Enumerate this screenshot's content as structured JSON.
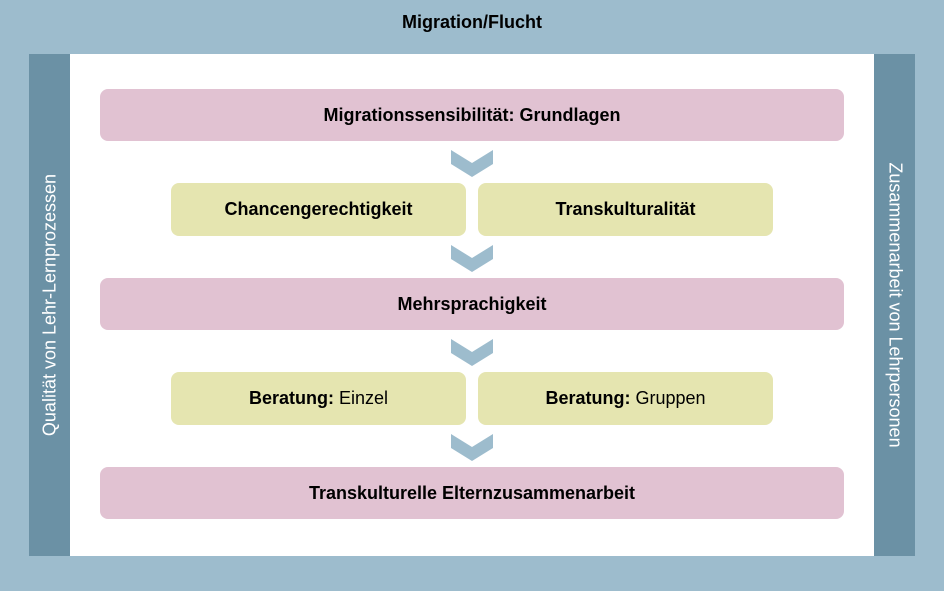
{
  "title": "Migration/Flucht",
  "left_label": "Qualität von Lehr-Lernprozessen",
  "right_label": "Zusammenarbeit von Lehrpersonen",
  "boxes": {
    "b1": "Migrationssensibilität: Grundlagen",
    "b2a": "Chancengerechtigkeit",
    "b2b": "Transkulturalität",
    "b3": "Mehrsprachigkeit",
    "b4a_bold": "Beratung:",
    "b4a_rest": " Einzel",
    "b4b_bold": "Beratung:",
    "b4b_rest": " Gruppen",
    "b5": "Transkulturelle Elternzusammenarbeit"
  },
  "colors": {
    "frame": "#9dbccd",
    "side": "#6b91a5",
    "pink": "#e1c2d2",
    "green": "#e5e5b0",
    "arrow": "#9dbccd"
  }
}
